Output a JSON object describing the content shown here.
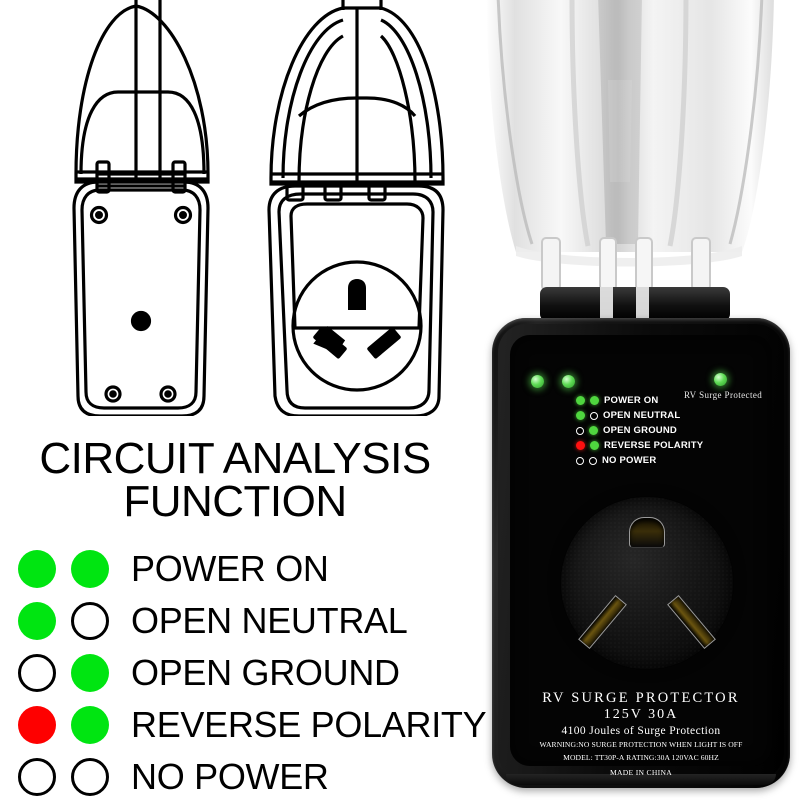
{
  "legend": {
    "title_line1": "CIRCUIT ANALYSIS",
    "title_line2": "FUNCTION",
    "rows": [
      {
        "label": "POWER ON",
        "left": "green",
        "right": "green"
      },
      {
        "label": "OPEN NEUTRAL",
        "left": "green",
        "right": "off"
      },
      {
        "label": "OPEN GROUND",
        "left": "off",
        "right": "green"
      },
      {
        "label": "REVERSE POLARITY",
        "left": "red",
        "right": "green"
      },
      {
        "label": "NO POWER",
        "left": "off",
        "right": "off"
      }
    ]
  },
  "device": {
    "surge_indicator_label": "RV Surge Protected",
    "status_rows": [
      {
        "label": "POWER ON",
        "left": "green",
        "right": "green"
      },
      {
        "label": "OPEN NEUTRAL",
        "left": "green",
        "right": "off"
      },
      {
        "label": "OPEN GROUND",
        "left": "off",
        "right": "green"
      },
      {
        "label": "REVERSE POLARITY",
        "left": "red",
        "right": "green"
      },
      {
        "label": "NO POWER",
        "left": "off",
        "right": "off"
      }
    ],
    "print": {
      "product_name": "RV  SURGE  PROTECTOR",
      "rating": "125V  30A",
      "joules": "4100 Joules of Surge Protection",
      "warning": "WARNING:NO SURGE PROTECTION WHEN LIGHT IS OFF",
      "model": "MODEL: TT30P-A RATING:30A 120VAC 60HZ",
      "origin": "MADE IN CHINA"
    },
    "outlet_type": "TT-30R"
  },
  "colors": {
    "led_green": "#00e511",
    "led_red": "#fe0000",
    "led_off": "#ffffff",
    "body_black": "#111111",
    "background": "#ffffff"
  }
}
